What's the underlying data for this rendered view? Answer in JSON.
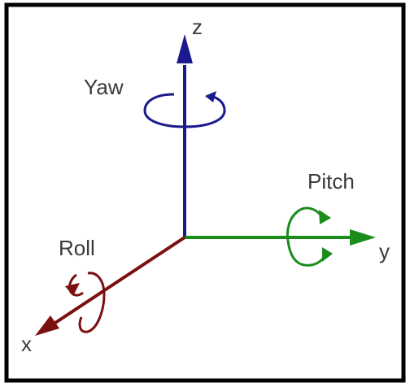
{
  "axes": {
    "z": {
      "label": "z",
      "color": "#1a1a8c"
    },
    "y": {
      "label": "y",
      "color": "#1a8c1a"
    },
    "x": {
      "label": "x",
      "color": "#7a1010"
    }
  },
  "rotations": {
    "yaw": {
      "label": "Yaw",
      "color": "#1a1a8c"
    },
    "pitch": {
      "label": "Pitch",
      "color": "#1a8c1a"
    },
    "roll": {
      "label": "Roll",
      "color": "#7a1010"
    }
  },
  "colors": {
    "frame_border": "#000000",
    "text": "#3a3a3a"
  }
}
